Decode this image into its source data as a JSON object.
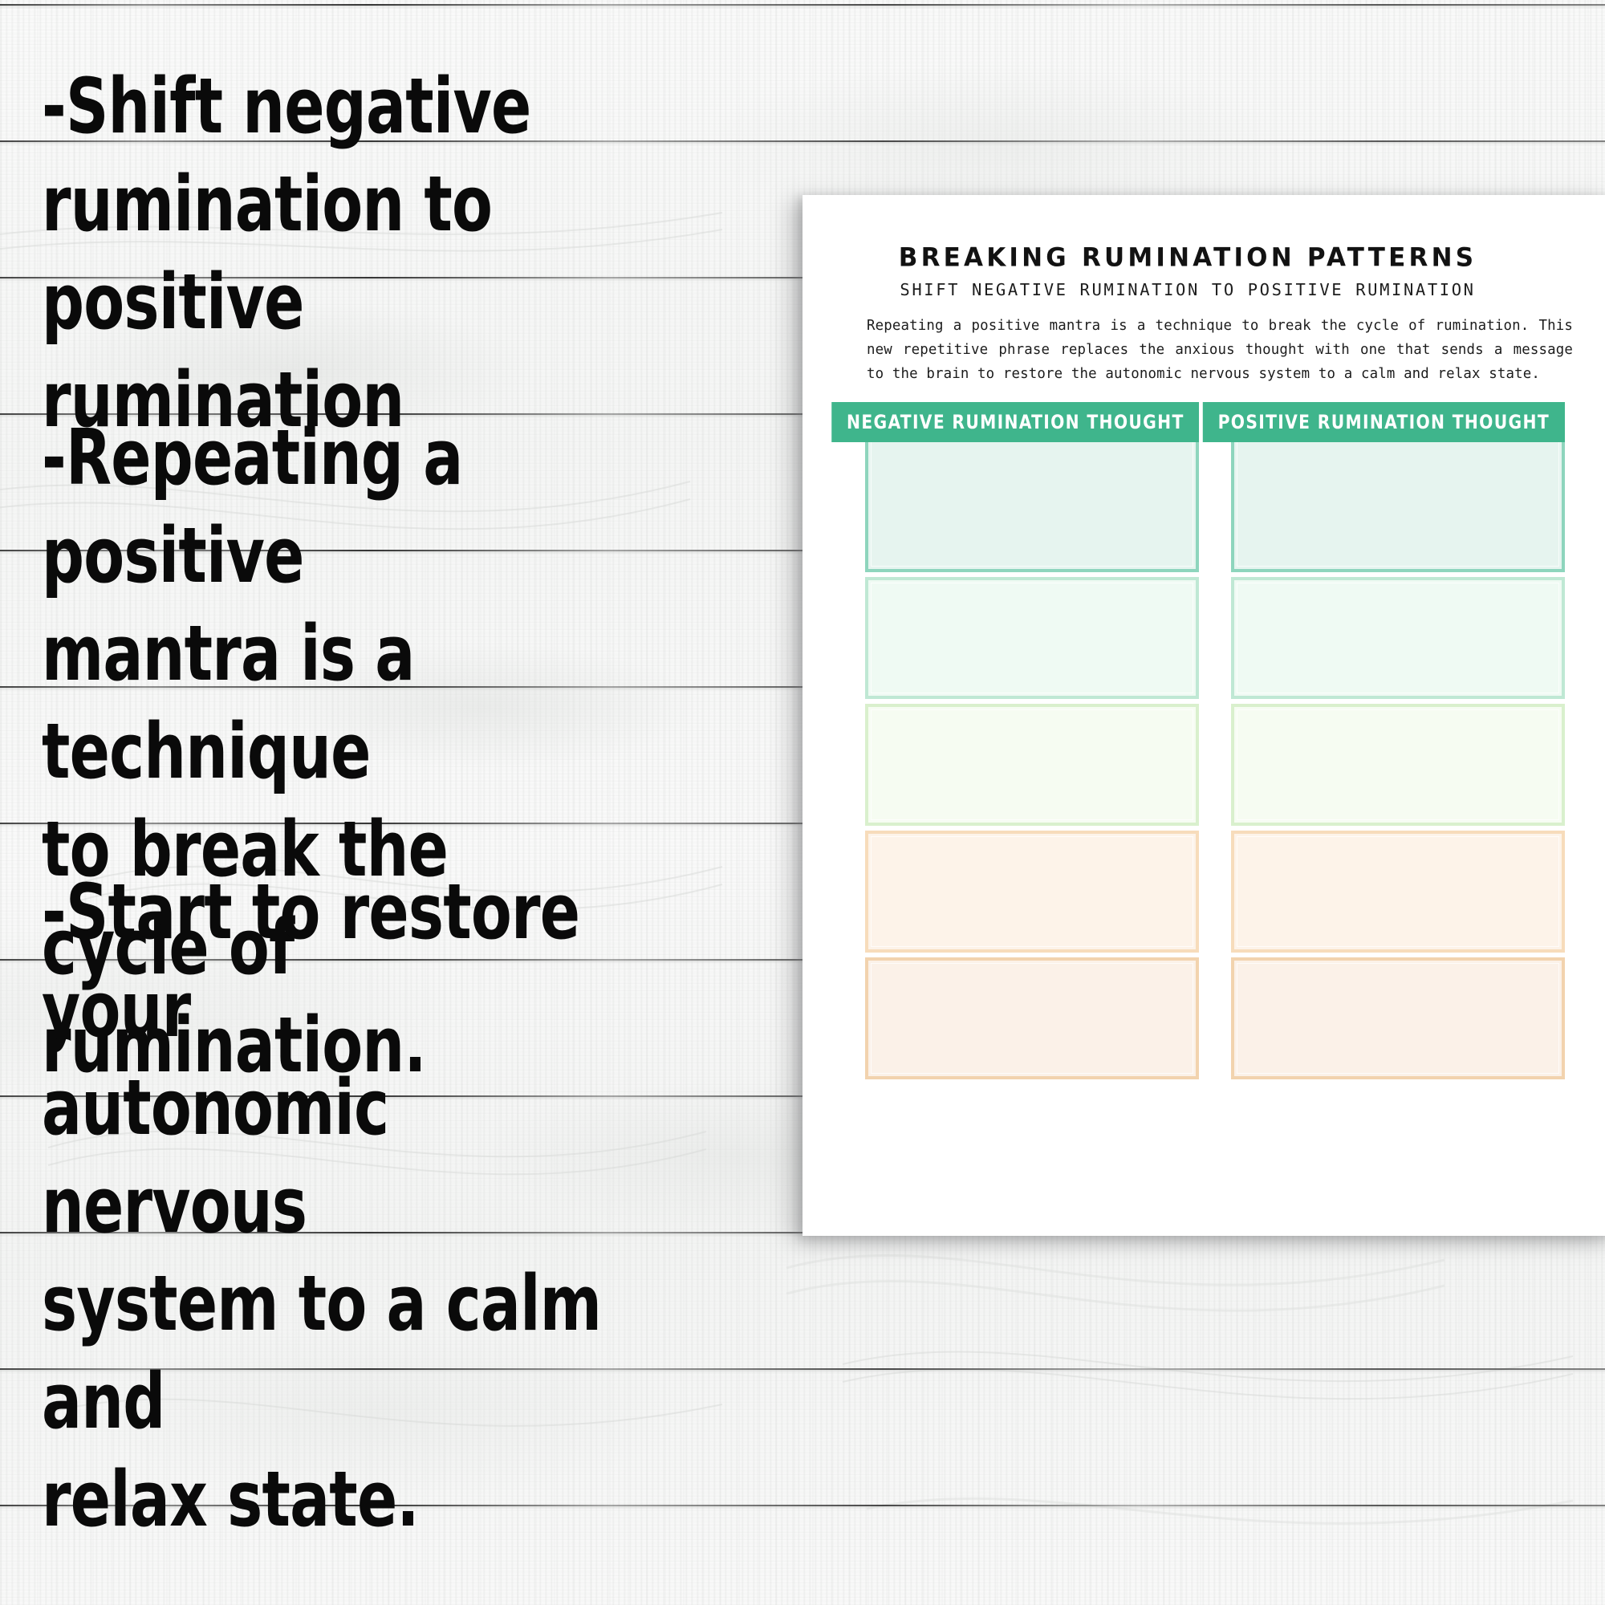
{
  "background": {
    "surface": "whitewashed-wood-planks",
    "plank_seam_y": [
      5,
      175,
      345,
      515,
      685,
      855,
      1025,
      1195,
      1365,
      1535,
      1705,
      1875
    ]
  },
  "headline": {
    "blocks": [
      "-Shift negative\nrumination to positive\nrumination",
      "-Repeating a positive\nmantra is a technique\nto break the cycle of\nrumination.",
      "-Start to restore your\nautonomic nervous\nsystem to a calm and\nrelax state."
    ]
  },
  "worksheet": {
    "title": "BREAKING RUMINATION PATTERNS",
    "subtitle": "SHIFT NEGATIVE RUMINATION TO POSITIVE RUMINATION",
    "intro": "Repeating a positive mantra is a technique to break the cycle of rumination. This new repetitive phrase replaces the anxious thought with one that sends a message to the brain to restore the autonomic nervous system to a calm and relax state.",
    "columns": [
      {
        "id": "negative",
        "header": "NEGATIVE RUMINATION THOUGHT",
        "rows": [
          {
            "index": 1,
            "value": "",
            "fill": "#e6f4ef",
            "border": "#8ed5bd"
          },
          {
            "index": 2,
            "value": "",
            "fill": "#effaf3",
            "border": "#bfe8d4"
          },
          {
            "index": 3,
            "value": "",
            "fill": "#f6fcf2",
            "border": "#d9f0cd"
          },
          {
            "index": 4,
            "value": "",
            "fill": "#fdf3e9",
            "border": "#f7dcbb"
          },
          {
            "index": 5,
            "value": "",
            "fill": "#fbf1e8",
            "border": "#f2d3ae"
          }
        ]
      },
      {
        "id": "positive",
        "header": "POSITIVE RUMINATION THOUGHT",
        "rows": [
          {
            "index": 1,
            "value": "",
            "fill": "#e6f4ef",
            "border": "#8ed5bd"
          },
          {
            "index": 2,
            "value": "",
            "fill": "#effaf3",
            "border": "#bfe8d4"
          },
          {
            "index": 3,
            "value": "",
            "fill": "#f6fcf2",
            "border": "#d9f0cd"
          },
          {
            "index": 4,
            "value": "",
            "fill": "#fdf3e9",
            "border": "#f7dcbb"
          },
          {
            "index": 5,
            "value": "",
            "fill": "#fbf1e8",
            "border": "#f2d3ae"
          }
        ]
      }
    ]
  },
  "colors": {
    "banner_green": "#3fb58c",
    "paper_white": "#ffffff",
    "ink_black": "#0a0a0a",
    "wood_white": "#f6f7f6"
  }
}
